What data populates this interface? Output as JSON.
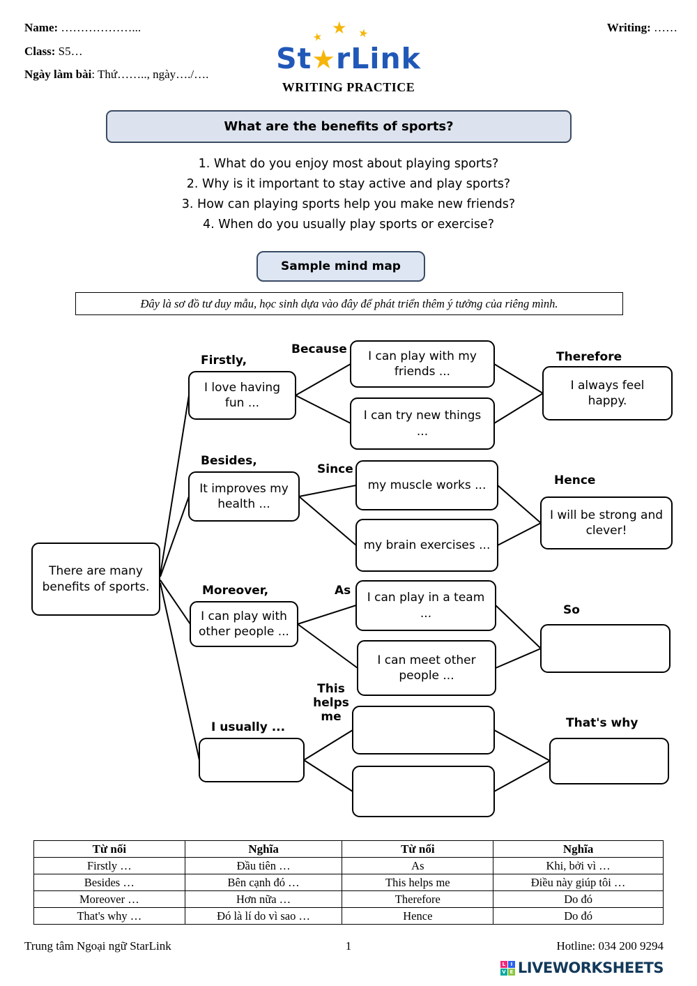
{
  "icons": {
    "star": "★"
  },
  "header": {
    "name_label": "Name:",
    "name_value": " ………………...",
    "class_label": "Class:",
    "class_value": " S5…",
    "date_label": "Ngày làm bài",
    "date_value": ": Thứ…….., ngày…./….",
    "writing_label": "Writing:",
    "writing_value": " ……",
    "logo_part1": "St",
    "logo_part2": "rLink",
    "subtitle": "WRITING PRACTICE"
  },
  "title_box": "What are the benefits of sports?",
  "questions": [
    "1. What do you enjoy most about playing sports?",
    "2. Why is it important to stay active and play sports?",
    "3. How can playing sports help you make new friends?",
    "4. When do you usually play sports or exercise?"
  ],
  "sample_label": "Sample mind map",
  "instruction": "Đây là sơ đồ tư duy mẫu, học sinh dựa vào đây để phát triển thêm ý tưởng của riêng mình.",
  "mindmap": {
    "root": "There are many benefits of sports.",
    "branches": [
      {
        "label": "Firstly,",
        "box": "I love having fun ...",
        "connector1": "Because",
        "mid1": "I can play with my friends ...",
        "mid2": "I can try new things ...",
        "connector2": "Therefore",
        "result": "I always feel happy."
      },
      {
        "label": "Besides,",
        "box": "It improves my health ...",
        "connector1": "Since",
        "mid1": "my muscle works ...",
        "mid2": "my brain exercises ...",
        "connector2": "Hence",
        "result": "I will be strong and clever!"
      },
      {
        "label": "Moreover,",
        "box": "I can play with other people ...",
        "connector1": "As",
        "mid1": "I can play in a team ...",
        "mid2": "I can meet other people ...",
        "connector2": "So",
        "result": ""
      },
      {
        "label": "I usually ...",
        "box": "",
        "connector1": "This helps me",
        "mid1": "",
        "mid2": "",
        "connector2": "That's why",
        "result": ""
      }
    ]
  },
  "table": {
    "headers": [
      "Từ nối",
      "Nghĩa",
      "Từ nối",
      "Nghĩa"
    ],
    "rows": [
      [
        "Firstly …",
        "Đầu tiên …",
        "As",
        "Khi, bởi vì …"
      ],
      [
        "Besides …",
        "Bên cạnh đó …",
        "This helps me",
        "Điều này giúp tôi …"
      ],
      [
        "Moreover …",
        "Hơn nữa …",
        "Therefore",
        "Do đó"
      ],
      [
        "That's why …",
        "Đó là lí do vì sao …",
        "Hence",
        "Do đó"
      ]
    ]
  },
  "footer": {
    "center_name": "Trung tâm Ngoại ngữ StarLink",
    "page_number": "1",
    "hotline": "Hotline: 034 200 9294",
    "logo_letters": [
      "L",
      "I",
      "V",
      "E"
    ],
    "logo_text": "LIVEWORKSHEETS"
  }
}
